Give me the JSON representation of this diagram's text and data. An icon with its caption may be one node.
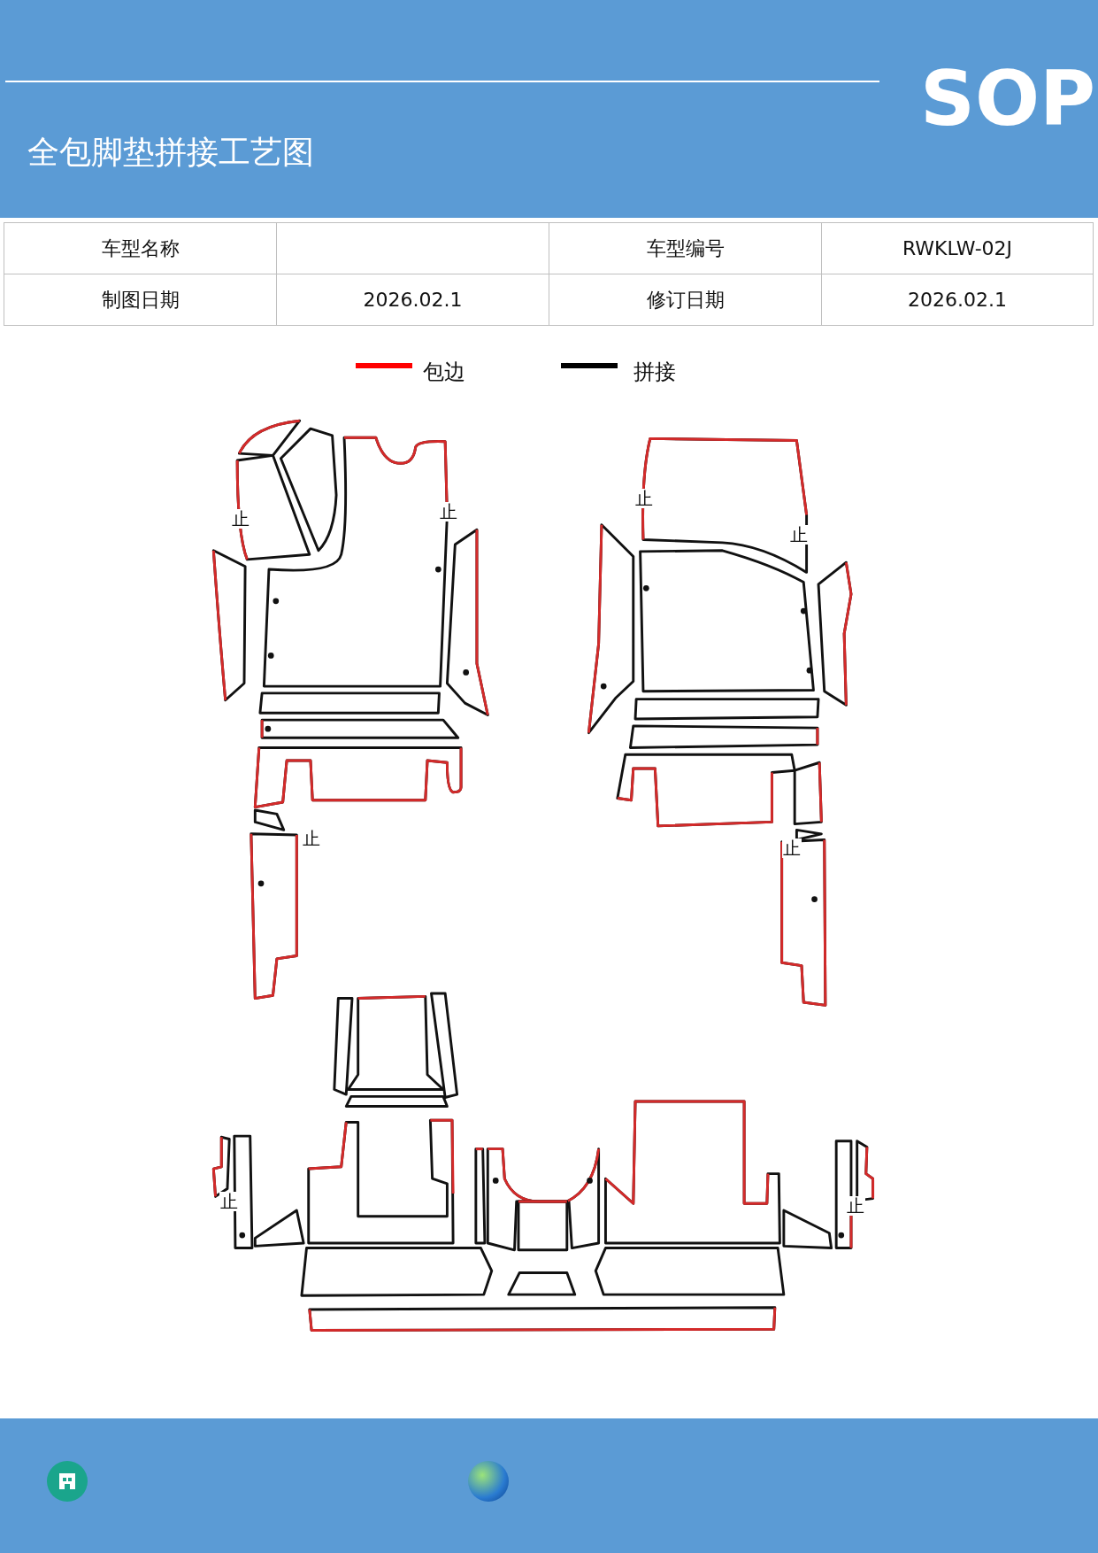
{
  "diagram": {
    "title": "全包脚垫拼接工艺图",
    "labels": [
      "SOP",
      "车型名称",
      "车型编号",
      "RWKLW-02J",
      "制图日期",
      "2026.02.1",
      "修订日期",
      "2026.02.1",
      "止",
      "止",
      "止",
      "止",
      "止",
      "止",
      "止",
      "止"
    ],
    "legend": [
      {
        "text": "包边",
        "color": "#ff0000"
      },
      {
        "text": "拼接",
        "color": "#000000"
      }
    ]
  }
}
